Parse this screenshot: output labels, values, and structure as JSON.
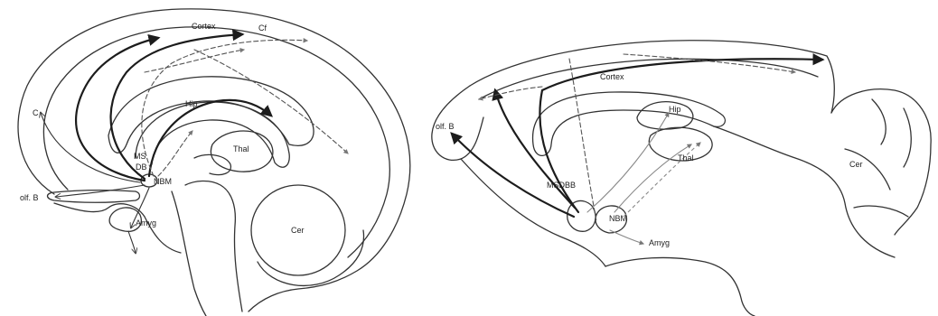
{
  "left_panel": {
    "labels": {
      "cortex": "Cortex",
      "hip": "Hip",
      "thal": "Thal",
      "ms": "MS",
      "db": "DB",
      "nbm": "NBM",
      "olf_b": "olf. B",
      "amyg": "Amyg",
      "cer": "Cer",
      "c": "C",
      "cf": "Cf"
    }
  },
  "right_panel": {
    "labels": {
      "cortex": "Cortex",
      "hip": "Hip",
      "thal": "Thal",
      "msdbb": "MSDBB",
      "nbm": "NBM",
      "amyg": "Amyg",
      "cer": "Cer",
      "olf_b": "olf. B"
    }
  }
}
